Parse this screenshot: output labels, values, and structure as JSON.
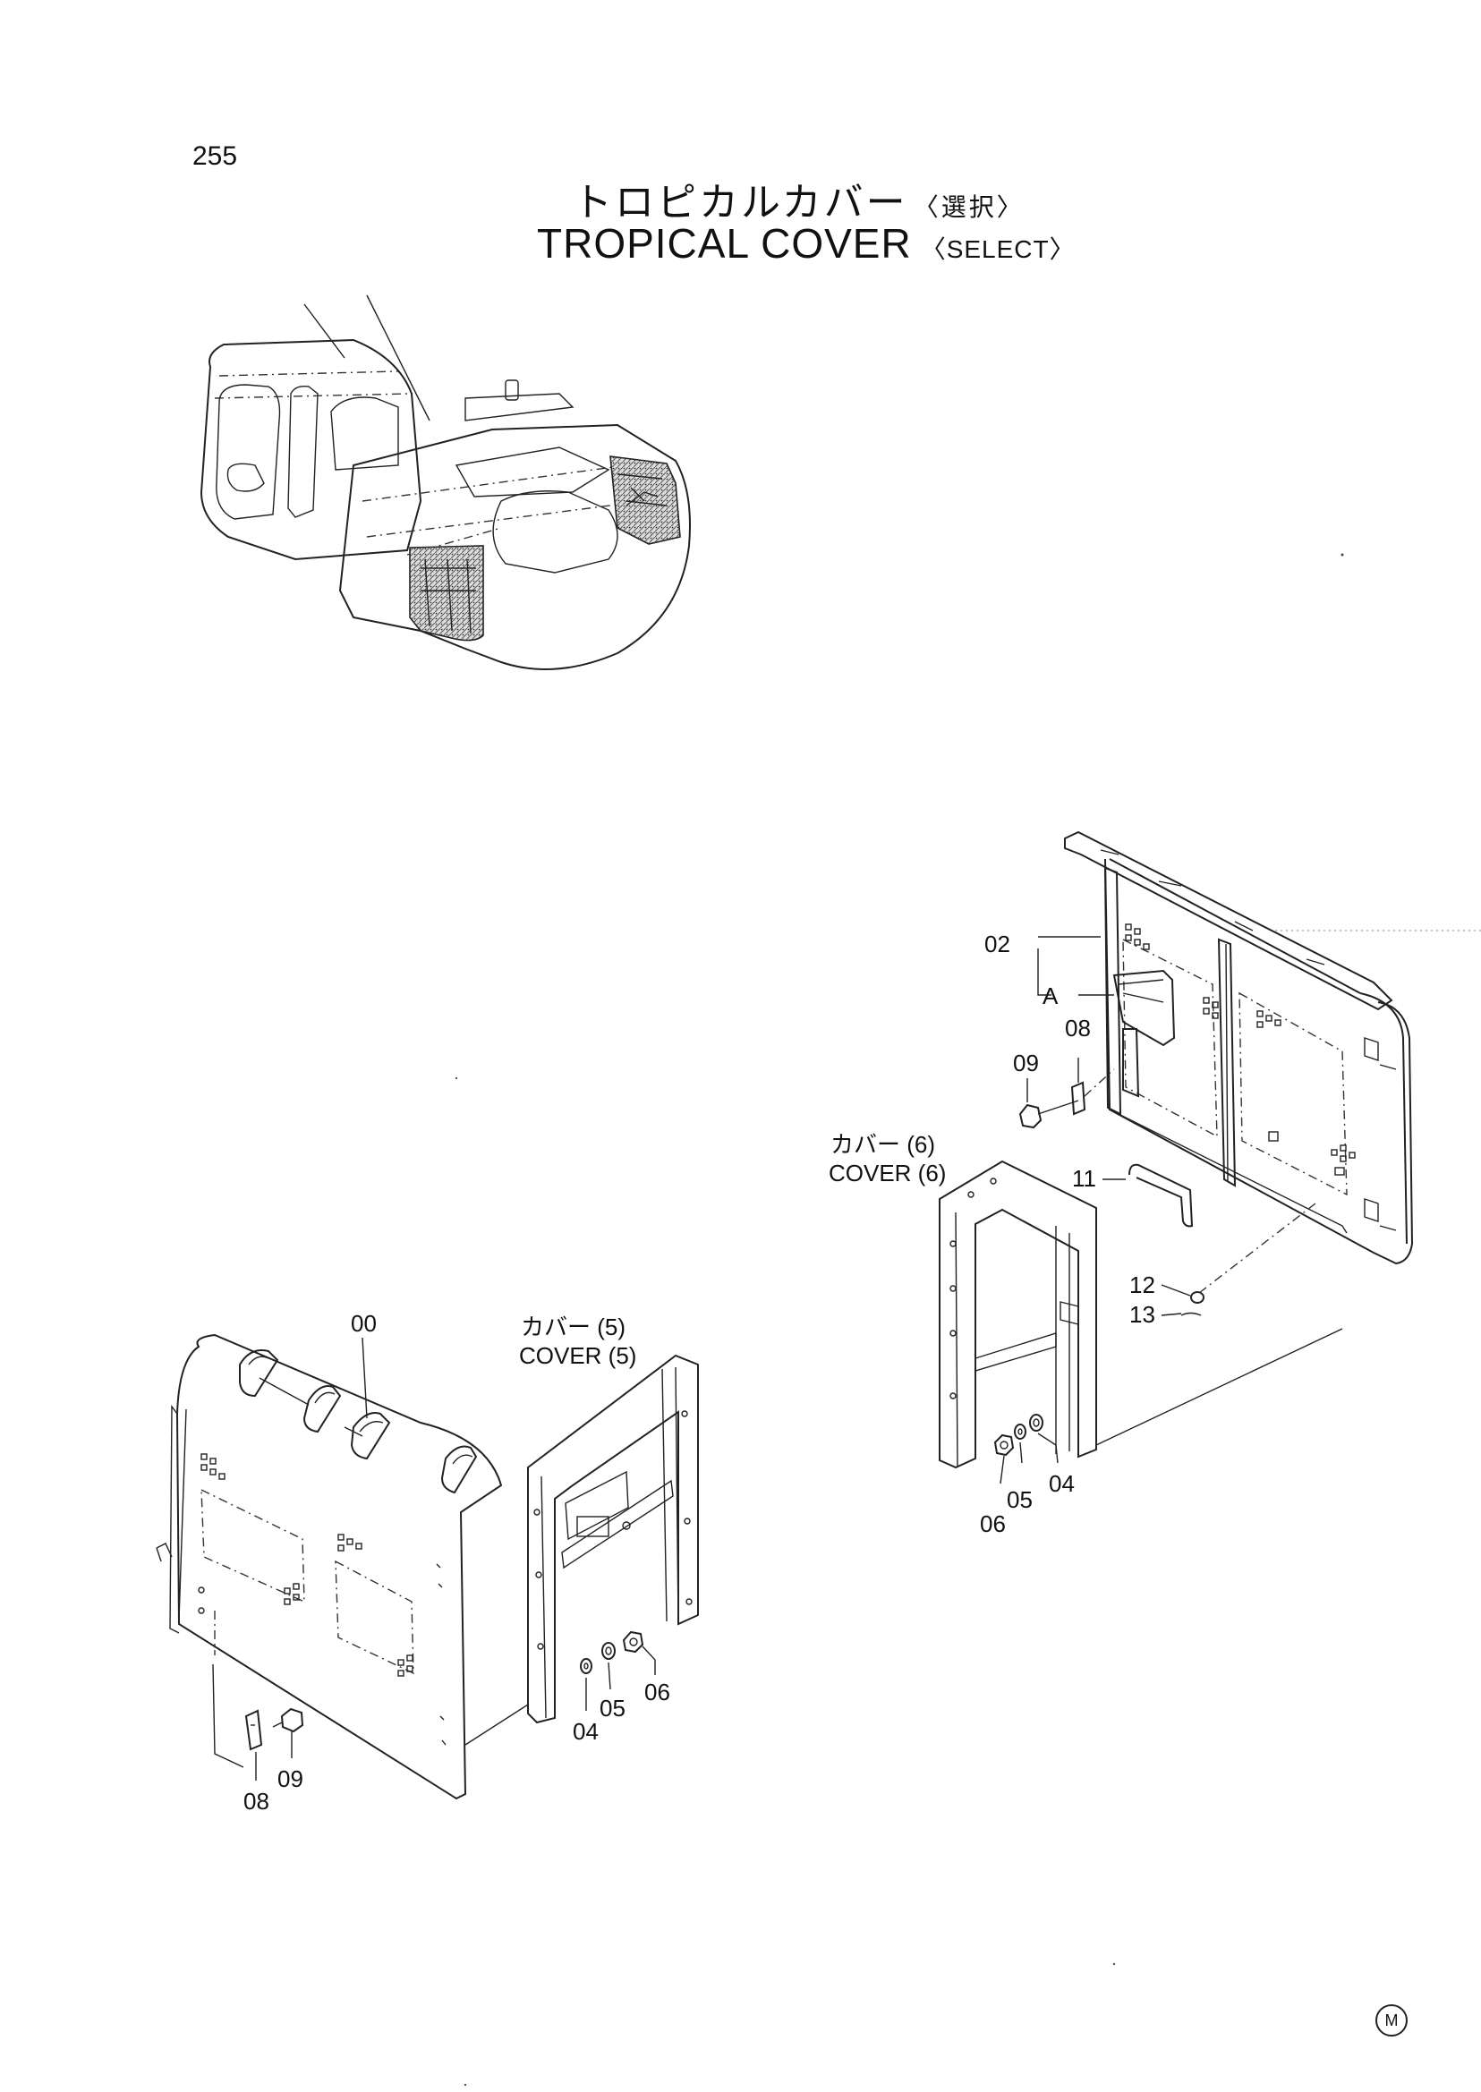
{
  "page": {
    "number": "255"
  },
  "title": {
    "jp": "トロピカルカバー",
    "jp_qualifier": "〈選択〉",
    "en": "TROPICAL COVER",
    "en_qualifier": "〈SELECT〉"
  },
  "callouts": {
    "c00": "00",
    "c02": "02",
    "cA": "A",
    "c04_left": "04",
    "c05_left": "05",
    "c06_left": "06",
    "c08_left": "08",
    "c09_left": "09",
    "c04_right": "04",
    "c05_right": "05",
    "c06_right": "06",
    "c08_right": "08",
    "c09_right": "09",
    "c11": "11",
    "c12": "12",
    "c13": "13"
  },
  "references": {
    "cover5_jp": "カバー (5)",
    "cover5_en": "COVER (5)",
    "cover6_jp": "カバー (6)",
    "cover6_en": "COVER (6)"
  },
  "footer": {
    "mark": "M"
  }
}
